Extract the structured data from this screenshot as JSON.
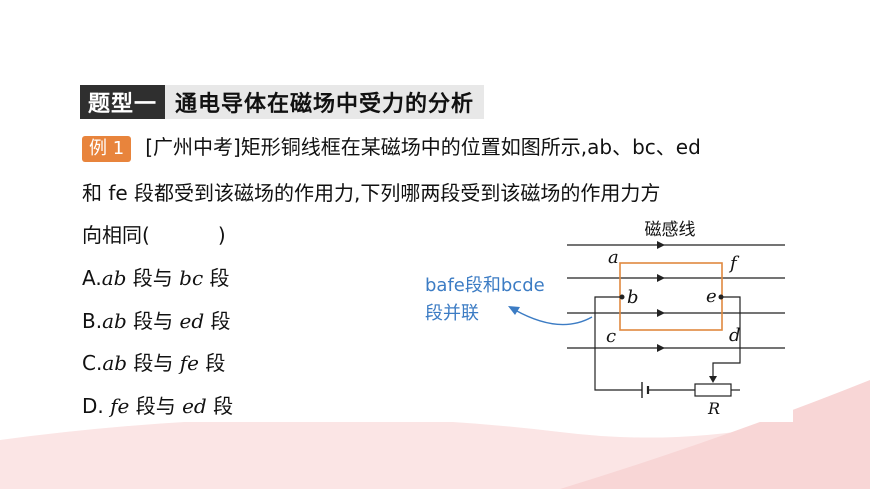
{
  "title": {
    "tag": "题型一",
    "text": "通电导体在磁场中受力的分析"
  },
  "question": {
    "badge": "例 1",
    "line1": "[广州中考]矩形铜线框在某磁场中的位置如图所示,ab、bc、ed",
    "line2": "和 fe 段都受到该磁场的作用力,下列哪两段受到该磁场的作用力方",
    "line3_prefix": "向相同(",
    "line3_suffix": ")",
    "options": [
      {
        "letter": "A.",
        "var1": "ab",
        "mid": " 段与 ",
        "var2": "bc",
        "end": " 段"
      },
      {
        "letter": "B.",
        "var1": "ab",
        "mid": " 段与 ",
        "var2": "ed",
        "end": " 段"
      },
      {
        "letter": "C.",
        "var1": "ab",
        "mid": " 段与 ",
        "var2": "fe",
        "end": " 段"
      },
      {
        "letter": "D. ",
        "var1": "fe",
        "mid": " 段与 ",
        "var2": "ed",
        "end": " 段"
      }
    ]
  },
  "figure": {
    "field_label": "磁感线",
    "labels": {
      "a": "a",
      "b": "b",
      "c": "c",
      "d": "d",
      "e": "e",
      "f": "f",
      "R": "R"
    }
  },
  "annotation": {
    "line1": "bafe段和bcde",
    "line2": "段并联"
  },
  "colors": {
    "title_tag_bg": "#2f2f2f",
    "title_bg": "#e8e8e8",
    "badge": "#e8843c",
    "frame": "#e0893f",
    "annotation": "#3c7cc4",
    "curve": "#fbe7e7"
  }
}
